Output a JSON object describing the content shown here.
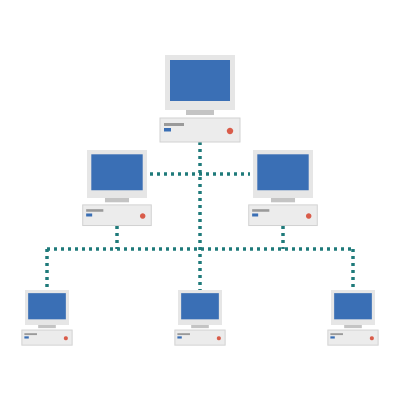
{
  "diagram": {
    "type": "network-topology",
    "nodes": [
      {
        "id": "root",
        "name": "computer-root",
        "icon": "desktop-computer-icon",
        "tier": 1
      },
      {
        "id": "left",
        "name": "computer-mid-left",
        "icon": "desktop-computer-icon",
        "tier": 2
      },
      {
        "id": "right",
        "name": "computer-mid-right",
        "icon": "desktop-computer-icon",
        "tier": 2
      },
      {
        "id": "bl",
        "name": "computer-bottom-left",
        "icon": "desktop-computer-icon",
        "tier": 3
      },
      {
        "id": "bc",
        "name": "computer-bottom-center",
        "icon": "desktop-computer-icon",
        "tier": 3
      },
      {
        "id": "br",
        "name": "computer-bottom-right",
        "icon": "desktop-computer-icon",
        "tier": 3
      }
    ],
    "edges": [
      {
        "from": "root",
        "to": "left"
      },
      {
        "from": "root",
        "to": "right"
      },
      {
        "from": "root",
        "to": "bl"
      },
      {
        "from": "root",
        "to": "bc"
      },
      {
        "from": "root",
        "to": "br"
      },
      {
        "from": "left",
        "to": "bl"
      },
      {
        "from": "right",
        "to": "br"
      }
    ],
    "colors": {
      "screen": "#3a6fb5",
      "bezel": "#e6e6e6",
      "case": "#ececec",
      "case_stroke": "#d2d2d2",
      "stand": "#c4c4c4",
      "slot": "#9a9a9a",
      "led_blue": "#3a6fb5",
      "power_led": "#d95c4a",
      "connector": "#1f7a7a"
    }
  }
}
